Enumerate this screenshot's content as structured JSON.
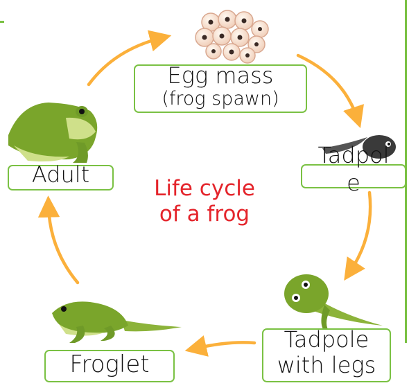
{
  "title_line1": "Life cycle",
  "title_line2": "of a frog",
  "stages": {
    "egg": {
      "line1": "Egg mass",
      "line2": "(frog spawn)"
    },
    "tadpole": {
      "line1": "Tadpol",
      "line2": "e"
    },
    "tadpole_legs": {
      "line1": "Tadpole",
      "line2": "with legs"
    },
    "froglet": {
      "label": "Froglet"
    },
    "adult": {
      "label": "Adult"
    }
  },
  "colors": {
    "arrow": "#fbb03b",
    "box_border": "#7ac143",
    "title": "#e4242b",
    "frog_green": "#7aa52b",
    "tadpole_dark": "#3a3a3a"
  }
}
